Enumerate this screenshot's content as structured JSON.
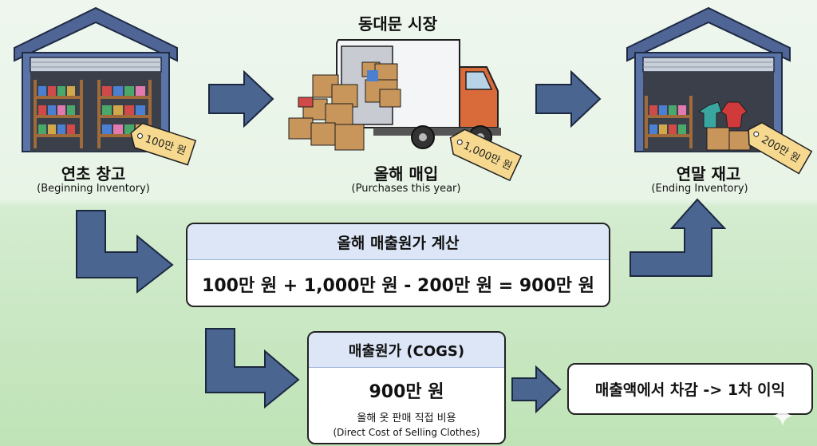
{
  "market_title": "동대문 시장",
  "stages": {
    "beginning": {
      "title": "연초 창고",
      "subtitle": "(Beginning Inventory)",
      "tag": "100만 원"
    },
    "purchases": {
      "title": "올해 매입",
      "subtitle": "(Purchases this year)",
      "tag": "1,000만 원"
    },
    "ending": {
      "title": "연말 재고",
      "subtitle": "(Ending Inventory)",
      "tag": "200만 원"
    }
  },
  "calculation": {
    "header": "올해 매출원가 계산",
    "equation": "100만 원 + 1,000만 원 - 200만 원 = 900만 원"
  },
  "cogs": {
    "header": "매출원가 (COGS)",
    "value": "900만 원",
    "desc_ko": "올해 옷 판매 직접 비용",
    "desc_en": "(Direct Cost of Selling Clothes)"
  },
  "result": "매출액에서 차감 -> 1차 이익",
  "colors": {
    "arrow": "#4a6590",
    "warehouse": "#5b74a8",
    "tag": "#f6d98f",
    "header_fill": "#dde6f6"
  }
}
